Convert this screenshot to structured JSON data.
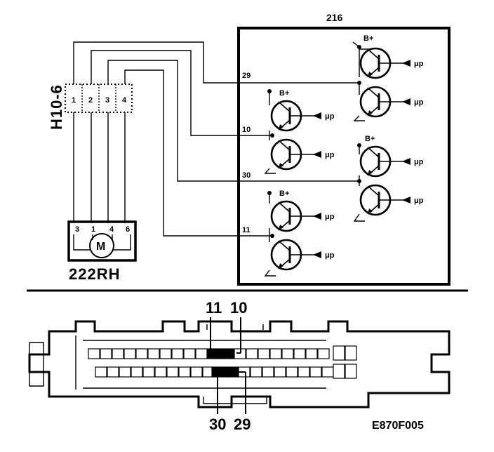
{
  "module_label": "216",
  "connector_label": "H10-6",
  "connector_pins": [
    "1",
    "2",
    "3",
    "4"
  ],
  "motor_label": "222RH",
  "motor_symbol": "M",
  "motor_pins": [
    "3",
    "1",
    "4",
    "6"
  ],
  "terminal_labels": {
    "t29": "29",
    "t10": "10",
    "t30": "30",
    "t11": "11"
  },
  "supply_label": "B+",
  "control_label": "μp",
  "plug_top_labels": {
    "left": "11",
    "right": "10"
  },
  "plug_bottom_labels": {
    "left": "30",
    "right": "29"
  },
  "figure_id": "E870F005"
}
